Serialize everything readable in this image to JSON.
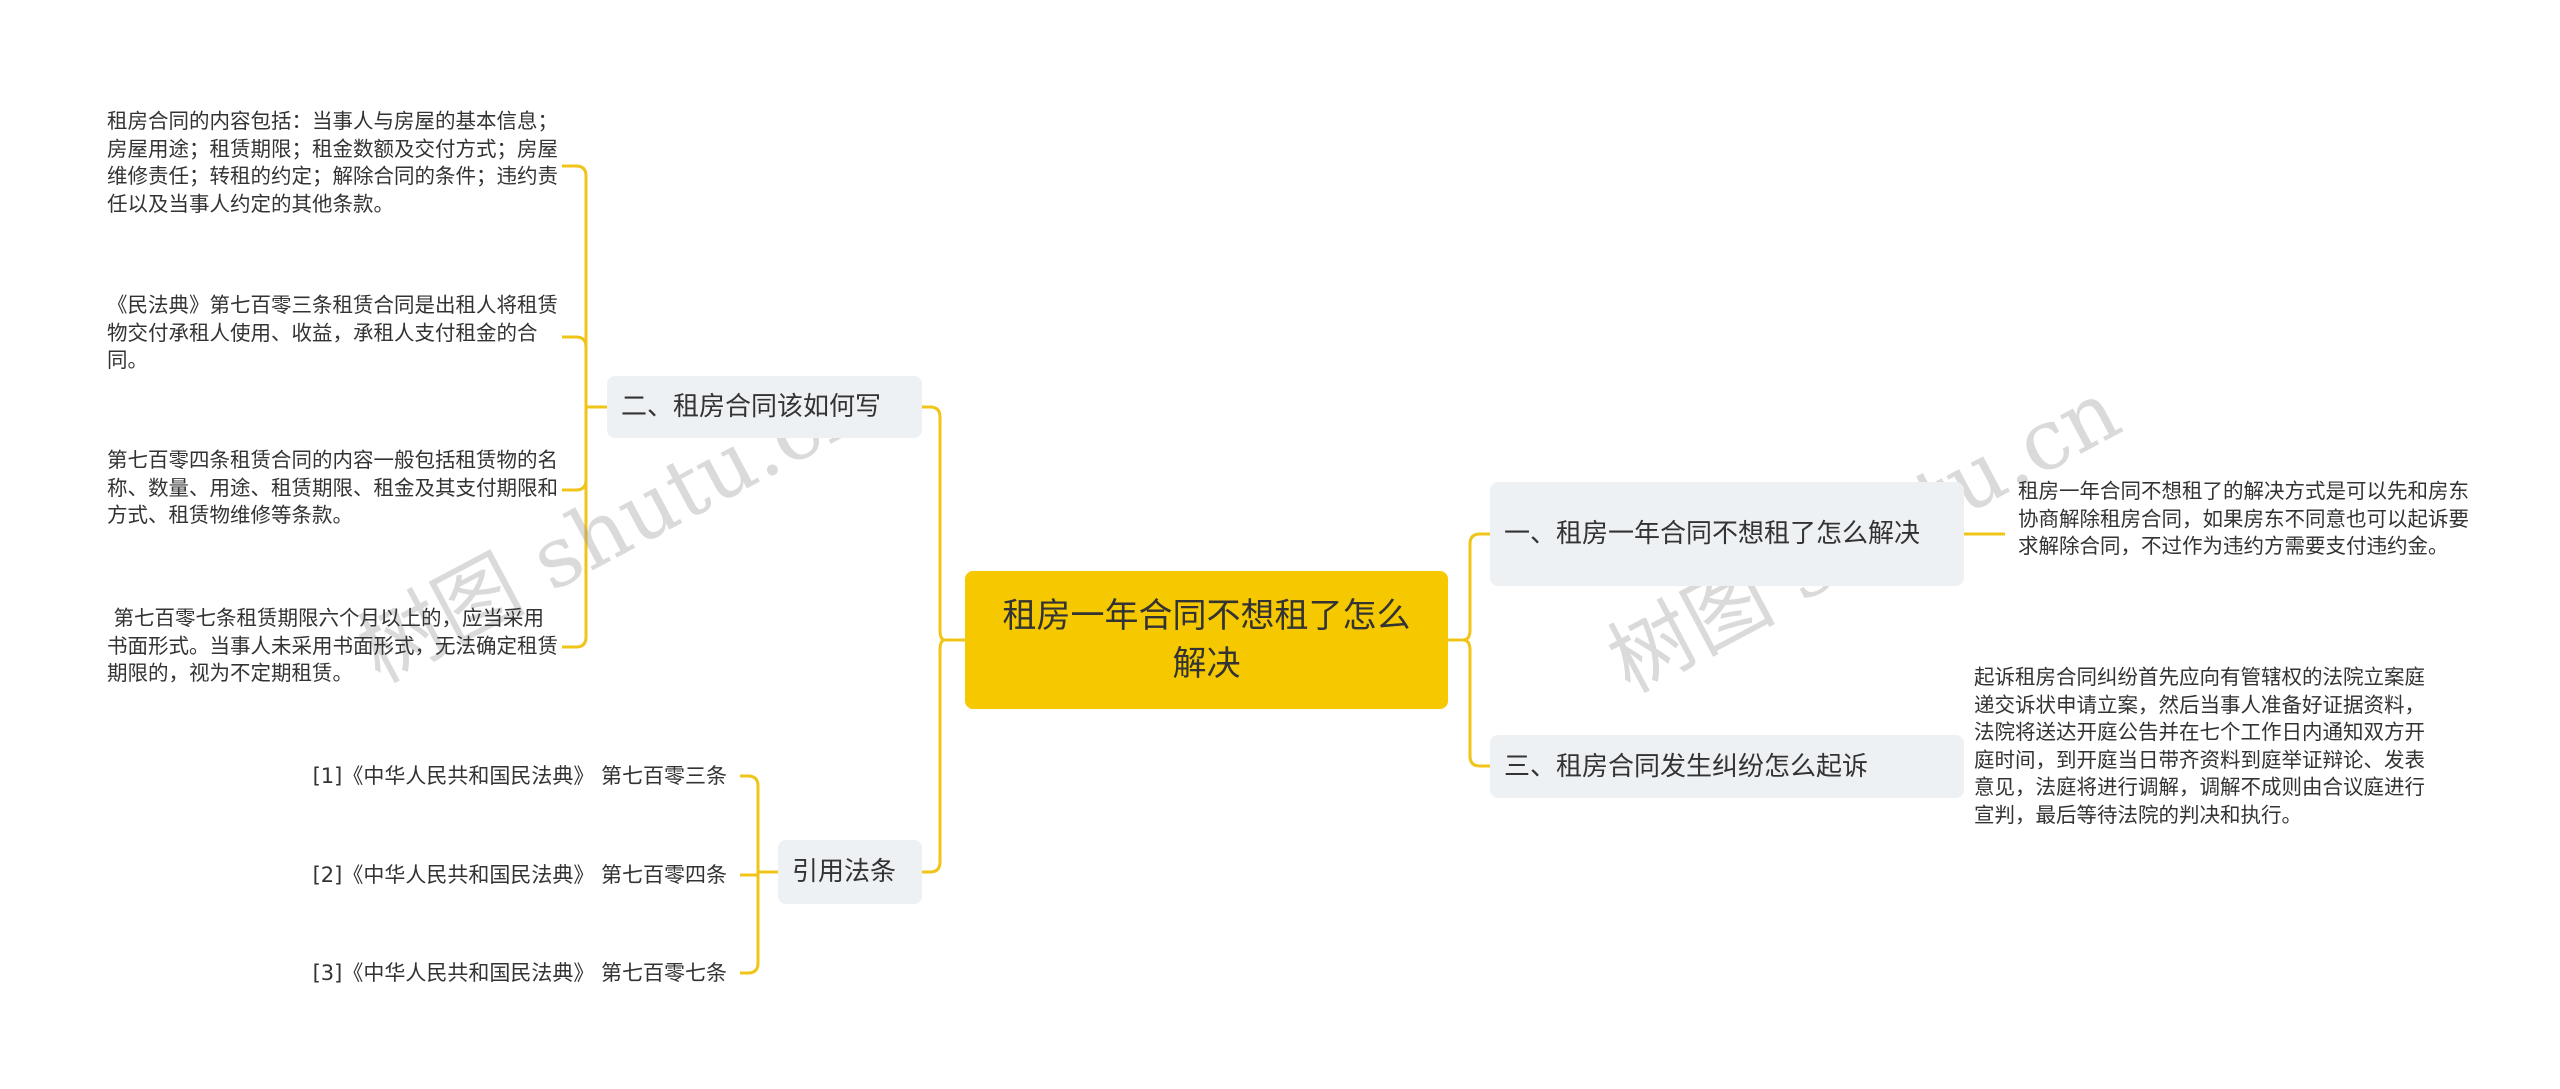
{
  "root": {
    "label": "租房一年合同不想租了怎么解决"
  },
  "branches": {
    "write": {
      "label": "二、租房合同该如何写",
      "leaves": [
        "租房合同的内容包括：当事人与房屋的基本信息；房屋用途；租赁期限；租金数额及交付方式；房屋维修责任；转租的约定；解除合同的条件；违约责任以及当事人约定的其他条款。",
        "《民法典》第七百零三条租赁合同是出租人将租赁物交付承租人使用、收益，承租人支付租金的合同。",
        "第七百零四条租赁合同的内容一般包括租赁物的名称、数量、用途、租赁期限、租金及其支付期限和方式、租赁物维修等条款。",
        " 第七百零七条租赁期限六个月以上的，应当采用书面形式。当事人未采用书面形式，无法确定租赁期限的，视为不定期租赁。"
      ]
    },
    "citations": {
      "label": "引用法条",
      "leaves": [
        "[1]《中华人民共和国民法典》 第七百零三条",
        "[2]《中华人民共和国民法典》 第七百零四条",
        "[3]《中华人民共和国民法典》 第七百零七条"
      ]
    },
    "solve": {
      "label": "一、租房一年合同不想租了怎么解决",
      "leaves": [
        "租房一年合同不想租了的解决方式是可以先和房东协商解除租房合同，如果房东不同意也可以起诉要求解除合同，不过作为违约方需要支付违约金。"
      ]
    },
    "sue": {
      "label": "三、租房合同发生纠纷怎么起诉",
      "leaves": [
        "起诉租房合同纠纷首先应向有管辖权的法院立案庭递交诉状申请立案，然后当事人准备好证据资料，法院将送达开庭公告并在七个工作日内通知双方开庭时间，到开庭当日带齐资料到庭举证辩论、发表意见，法庭将进行调解，调解不成则由合议庭进行宣判，最后等待法院的判决和执行。"
      ]
    }
  },
  "watermark": "树图 shutu.cn",
  "colors": {
    "accent": "#f5c800",
    "line": "#f0c419",
    "node_bg": "#eef1f4"
  }
}
